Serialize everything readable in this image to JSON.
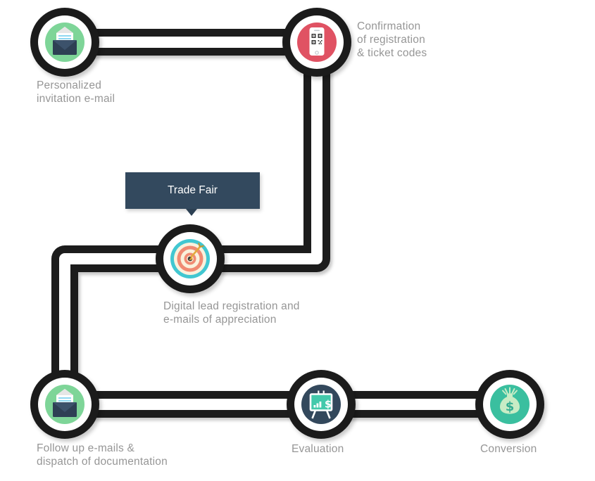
{
  "callout": {
    "label": "Trade Fair",
    "bg": "#33495e"
  },
  "colors": {
    "path_outline": "#1b1b1b",
    "path_core": "#ffffff",
    "label_gray": "#969696",
    "node_green": "#7ed598",
    "node_red": "#e05263",
    "node_teal": "#41c7d1",
    "node_navy": "#33485c",
    "node_teal_green": "#3abf9f"
  },
  "nodes": [
    {
      "id": "personalized-invitation",
      "label": "Personalized\ninvitation e-mail",
      "icon": "envelope-icon",
      "color": "#7ed598"
    },
    {
      "id": "confirmation",
      "label": "Confirmation\nof registration\n& ticket codes",
      "icon": "phone-qr-icon",
      "color": "#e05263"
    },
    {
      "id": "digital-lead",
      "label": "Digital lead registration and\ne-mails of appreciation",
      "icon": "target-icon",
      "color": "#41c7d1"
    },
    {
      "id": "follow-up",
      "label": "Follow up e-mails &\ndispatch of documentation",
      "icon": "envelope-icon",
      "color": "#7ed598"
    },
    {
      "id": "evaluation",
      "label": "Evaluation",
      "icon": "presentation-chart-icon",
      "color": "#33485c"
    },
    {
      "id": "conversion",
      "label": "Conversion",
      "icon": "money-bag-icon",
      "color": "#3abf9f"
    }
  ]
}
